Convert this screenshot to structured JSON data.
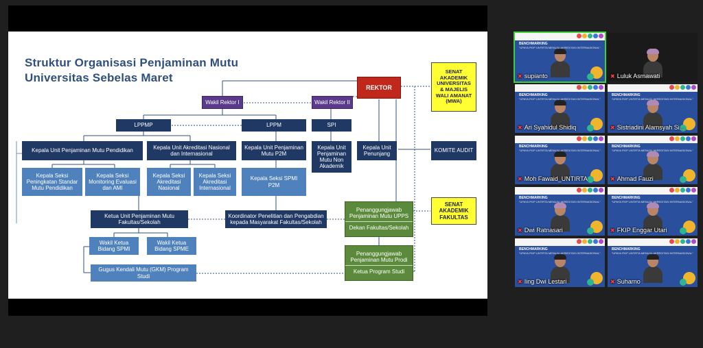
{
  "slide": {
    "title_line1": "Struktur Organisasi Penjaminan Mutu",
    "title_line2": "Universitas Sebelas Maret",
    "boxes": {
      "rektor": "REKTOR",
      "senat_univ": "SENAT\nAKADEMIK\nUNIVERSITAS\n& MAJELIS\nWALI AMANAT\n(MWA)",
      "wakil_rektor_1": "Wakil Rektor I",
      "wakil_rektor_2": "Wakil Rektor II",
      "lppmp": "LPPMP",
      "lppm": "LPPM",
      "spi": "SPI",
      "kapu_pendidikan": "Kepala Unit Penjaminan Mutu Pendidikan",
      "kapu_akreditasi": "Kepala Unit Akreditasi Nasional\ndan Internasional",
      "kapu_p2m": "Kepala Unit Penjaminan\nMutu P2M",
      "kapu_nonakademik": "Kepala Unit\nPenjaminan\nMutu Non\nAkademik",
      "kapu_penunjang": "Kepala Unit\nPenunjang",
      "komite_audit": "KOMITE AUDIT",
      "kasi_standar": "Kepala Seksi\nPeningkatan Standar\nMutu Pendidikan",
      "kasi_monev": "Kepala Seksi\nMonitoring Evaluasi\ndan AMI",
      "kasi_akr_nas": "Kepala Seksi\nAkreditasi\nNasional",
      "kasi_akr_int": "Kepala Seksi\nAkreditasi\nInternasional",
      "kasi_spmi_p2m": "Kepala Seksi SPMI\nP2M",
      "pj_upps": "Penanggungjawab\nPenjaminan Mutu UPPS",
      "dekan": "Dekan Fakultas/Sekolah",
      "senat_fak": "SENAT\nAKADEMIK\nFAKULTAS",
      "ketua_unit_fak": "Ketua Unit Penjaminan Mutu\nFakultas/Sekolah",
      "koordinator": "Koordinator Penelitian dan Pengabdian\nkepada Masyarakat Fakultas/Sekolah",
      "wk_spmi": "Wakil Ketua\nBidang SPMI",
      "wk_spme": "Wakil Ketua\nBidang SPME",
      "pj_prodi": "Penanggungjawab\nPenjaminan Mutu Prodi",
      "ketua_prodi": "Ketua Program Studi",
      "gkm": "Gugus Kendali Mutu (GKM) Program Studi"
    }
  },
  "participants": [
    {
      "name": "supianto",
      "active": true
    },
    {
      "name": "Luluk Asmawati",
      "active": false
    },
    {
      "name": "Ari Syahidul Shidiq",
      "active": false
    },
    {
      "name": "Sistriadini Alamsyah Si...",
      "active": false
    },
    {
      "name": "Moh Fawaid_UNTIRTA",
      "active": false
    },
    {
      "name": "Ahmad Fauzi",
      "active": false
    },
    {
      "name": "Dwi Ratnasari",
      "active": false
    },
    {
      "name": "FKIP Enggar Utari",
      "active": false
    },
    {
      "name": "Iing Dwi Lestari",
      "active": false
    },
    {
      "name": "Suharno",
      "active": false
    }
  ],
  "tile_banner": {
    "header": "BENCHMARKING",
    "sub": "\"UPAYA FKIP UNTIRTA MENUJU AKREDITASI INTERNASIONAL\""
  },
  "colors": {
    "slide_title": "#2f4f7f",
    "dark_box": "#1f3864",
    "light_box": "#4f81bd",
    "rektor": "#c0281c",
    "senat": "#ffff33",
    "green_box": "#5c8a3c",
    "tile_bg": "#2a4f9c",
    "active_speaker": "#3fcf3f"
  }
}
